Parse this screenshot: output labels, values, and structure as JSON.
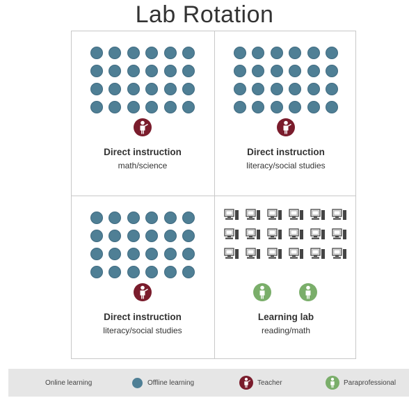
{
  "title": "Lab Rotation",
  "colors": {
    "student": "#4f7f95",
    "teacher": "#7a1c2c",
    "paraprofessional": "#7aae6a",
    "border": "#c8c8c8",
    "legend_bg": "#e6e6e6"
  },
  "quadrants": [
    {
      "main": "Direct instruction",
      "sub": "math/science",
      "students": 24,
      "icon": "teacher-icon"
    },
    {
      "main": "Direct instruction",
      "sub": "literacy/social studies",
      "students": 24,
      "icon": "teacher-icon"
    },
    {
      "main": "Direct instruction",
      "sub": "literacy/social studies",
      "students": 24,
      "icon": "teacher-icon"
    },
    {
      "main": "Learning lab",
      "sub": "reading/math",
      "computers": 18,
      "icon": "paraprofessional-icon",
      "staff": 2
    }
  ],
  "legend": {
    "online": "Online learning",
    "offline": "Offline learning",
    "teacher": "Teacher",
    "para": "Paraprofessional"
  }
}
